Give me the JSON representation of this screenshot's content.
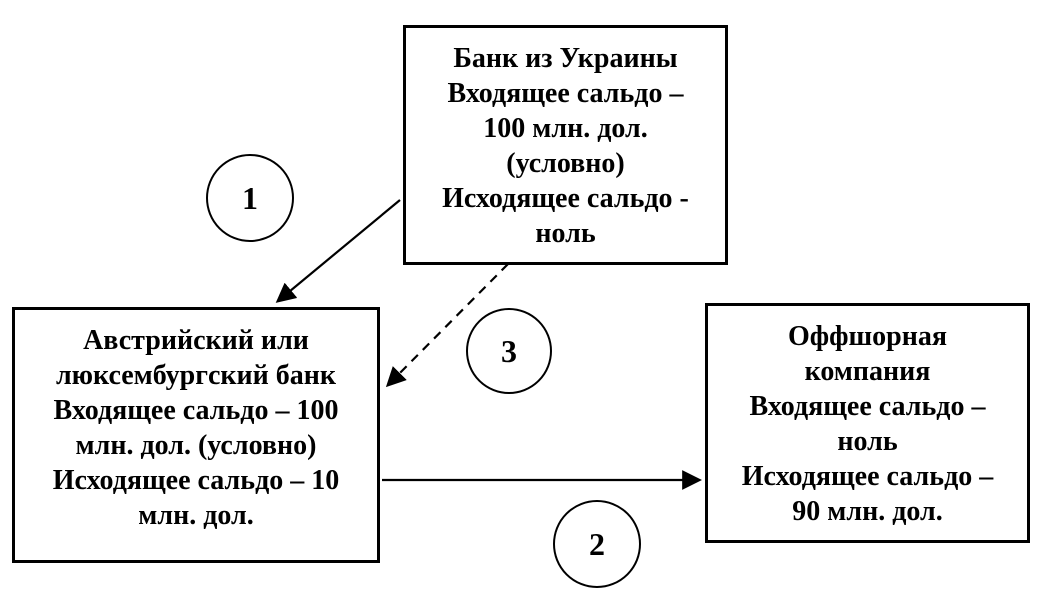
{
  "diagram": {
    "type": "flow-diagram",
    "colors": {
      "stroke": "#000000",
      "background": "#ffffff",
      "text": "#000000"
    },
    "nodes": [
      {
        "id": "bank-ukraine",
        "lines": [
          "Банк из Украины",
          "Входящее сальдо –",
          "100 млн. дол.",
          "(условно)",
          "Исходящее сальдо -",
          "ноль"
        ]
      },
      {
        "id": "austrian-luxembourg-bank",
        "lines": [
          "Австрийский или",
          "люксембургский банк",
          "Входящее сальдо – 100",
          "млн. дол. (условно)",
          "Исходящее сальдо – 10",
          "млн. дол."
        ]
      },
      {
        "id": "offshore-company",
        "lines": [
          "Оффшорная",
          "компания",
          "Входящее сальдо –",
          "ноль",
          "Исходящее сальдо –",
          "90 млн. дол."
        ]
      }
    ],
    "steps": [
      {
        "label": "1"
      },
      {
        "label": "2"
      },
      {
        "label": "3"
      }
    ],
    "edges": [
      {
        "step": "1",
        "from": "bank-ukraine",
        "to": "austrian-luxembourg-bank",
        "style": "solid"
      },
      {
        "step": "2",
        "from": "austrian-luxembourg-bank",
        "to": "offshore-company",
        "style": "solid"
      },
      {
        "step": "3",
        "from": "bank-ukraine",
        "to": "austrian-luxembourg-bank",
        "style": "dashed"
      }
    ]
  }
}
